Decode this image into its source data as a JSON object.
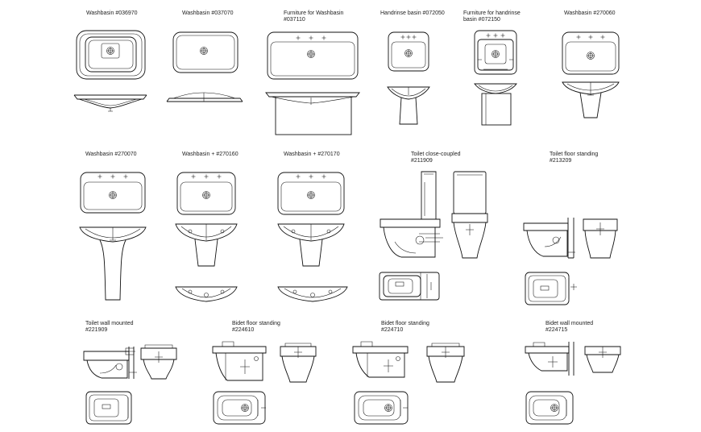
{
  "sheet": {
    "background": "#ffffff",
    "line_color": "#111111"
  },
  "labels": {
    "wb_036970": "Washbasin #036970",
    "wb_037070": "Washbasin #037070",
    "furn_wb": "Furniture for Washbasin\n#037110",
    "hr_072050": "Handrinse basin #072050",
    "furn_hr": "Furniture for handrinse\nbasin #072150",
    "wb_270060": "Washbasin #270060",
    "wb_270070": "Washbasin #270070",
    "wb_270160": "Washbasin + #270160",
    "wb_270170": "Washbasin + #270170",
    "toilet_cc": "Toilet close-coupled\n#211909",
    "toilet_fs": "Toilet floor standing\n#213209",
    "toilet_wm": "Toilet wall mounted\n#221909",
    "bidet_224610": "Bidet floor standing\n#224610",
    "bidet_224710": "Bidet floor standing\n#224710",
    "bidet_224715": "Bidet wall mounted\n#224715"
  }
}
